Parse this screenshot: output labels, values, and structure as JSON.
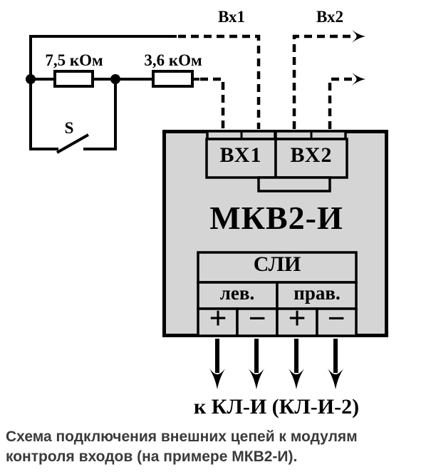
{
  "diagram": {
    "input_labels": {
      "vx1": "Вх1",
      "vx2": "Вх2"
    },
    "resistors": [
      {
        "value": "7,5 кОм"
      },
      {
        "value": "3,6 кОм"
      }
    ],
    "switch_label": "S",
    "module": {
      "name": "МКВ2-И",
      "terminal_blocks": [
        {
          "label": "ВХ1"
        },
        {
          "label": "ВХ2"
        }
      ],
      "sli": {
        "title": "СЛИ",
        "channels": [
          "лев.",
          "прав."
        ],
        "polarity": [
          "+",
          "−",
          "+",
          "−"
        ]
      }
    },
    "bottom_label": "к КЛ-И (КЛ-И-2)"
  },
  "caption": {
    "line1": "Схема подключения внешних цепей к модулям",
    "line2": "контроля входов (на примере МКВ2-И)."
  },
  "colors": {
    "module_fill": "#d5d5d5",
    "line": "#000000",
    "caption": "#3b3b3b"
  }
}
